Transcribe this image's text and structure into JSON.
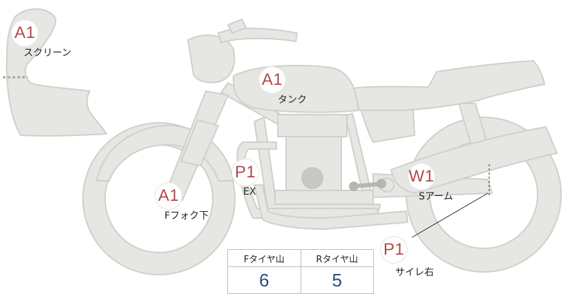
{
  "marks": [
    {
      "id": "screen",
      "grade": "A1",
      "part": "スクリーン"
    },
    {
      "id": "tank",
      "grade": "A1",
      "part": "タンク"
    },
    {
      "id": "fork",
      "grade": "A1",
      "part": "Fフォク下"
    },
    {
      "id": "exhaust",
      "grade": "P1",
      "part": "EX"
    },
    {
      "id": "swingarm",
      "grade": "W1",
      "part": "Sアーム"
    },
    {
      "id": "muffler",
      "grade": "P1",
      "part": "サイレ右"
    }
  ],
  "tread_table": {
    "headers": [
      "Fタイヤ山",
      "Rタイヤ山"
    ],
    "values": [
      "6",
      "5"
    ]
  },
  "colors": {
    "body_fill": "#e6e6e3",
    "body_stroke": "#cfcfcc",
    "grade_text": "#b04a4a",
    "value_text": "#2e4a7a"
  }
}
